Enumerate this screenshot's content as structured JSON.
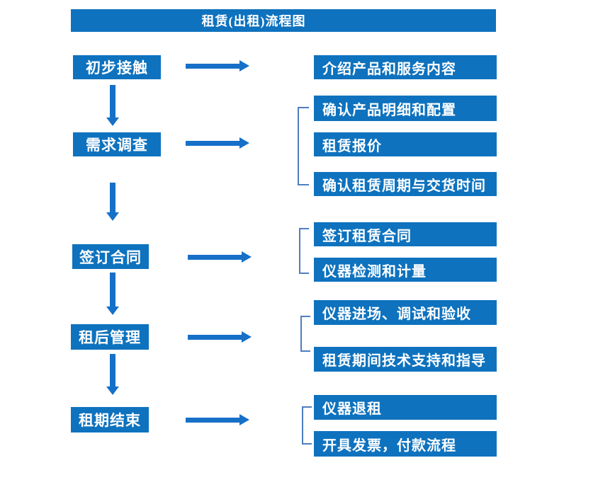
{
  "title": "租赁(出租)流程图",
  "colors": {
    "box_blue": "#0e72be",
    "arrow_blue": "#1670c8",
    "bracket_blue": "#4d7ebf",
    "text_white": "#ffffff",
    "background": "#ffffff"
  },
  "steps": [
    {
      "label": "初步接触",
      "details": [
        "介绍产品和服务内容"
      ]
    },
    {
      "label": "需求调查",
      "details": [
        "确认产品明细和配置",
        "租赁报价",
        "确认租赁周期与交货时间"
      ]
    },
    {
      "label": "签订合同",
      "details": [
        "签订租赁合同",
        "仪器检测和计量"
      ]
    },
    {
      "label": "租后管理",
      "details": [
        "仪器进场、调试和验收",
        "租赁期间技术支持和指导"
      ]
    },
    {
      "label": "租期结束",
      "details": [
        "仪器退租",
        "开具发票，付款流程"
      ]
    }
  ],
  "icons": {
    "down_arrow": "down-arrow",
    "right_arrow": "right-arrow",
    "group_bracket": "square-bracket"
  }
}
